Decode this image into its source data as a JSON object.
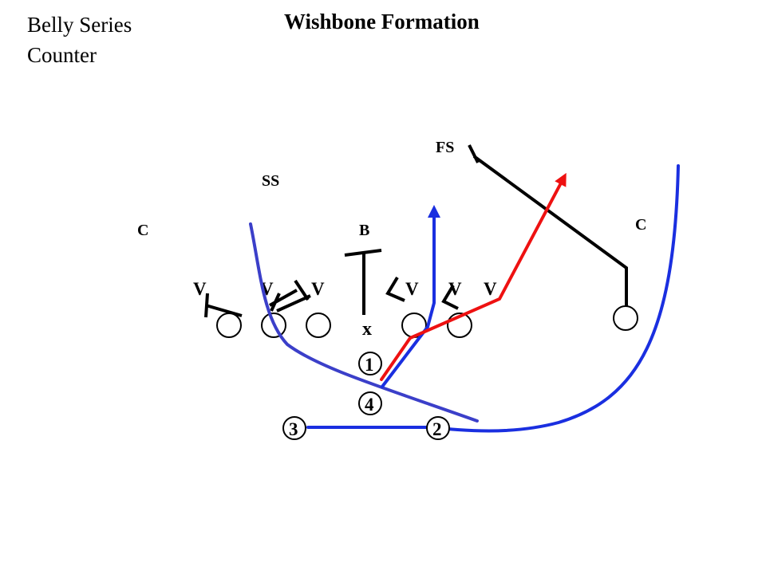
{
  "header": {
    "series": "Belly Series",
    "play": "Counter",
    "formation": "Wishbone Formation"
  },
  "defense": {
    "fs": "FS",
    "ss": "SS",
    "corner_left": "C",
    "corner_right": "C",
    "backer": "B",
    "linemen": [
      "V",
      "V",
      "V",
      "V",
      "V",
      "V"
    ]
  },
  "offense": {
    "center": "x",
    "backs": [
      "1",
      "4",
      "3",
      "2"
    ]
  },
  "colors": {
    "blue_route": "#1a2fe0",
    "red_route": "#ee1111",
    "block_line": "#000000"
  }
}
